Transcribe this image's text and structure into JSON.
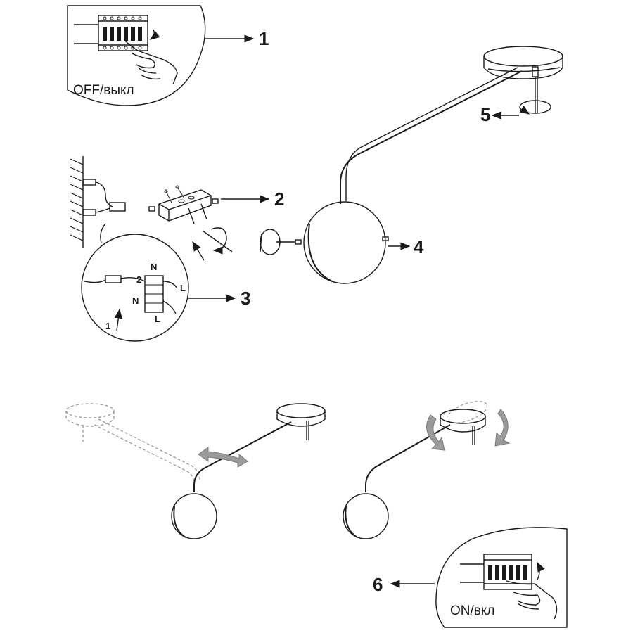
{
  "steps": {
    "s1": "1",
    "s2": "2",
    "s3": "3",
    "s4": "4",
    "s5": "5",
    "s6": "6"
  },
  "captions": {
    "off": "OFF/выкл",
    "on": "ON/вкл"
  },
  "wiring": {
    "n_top": "N",
    "l_top": "L",
    "n_bottom": "N",
    "l_bottom": "L",
    "sub1": "1",
    "sub2": "2"
  },
  "colors": {
    "line": "#1a1a1a",
    "ghost": "#9a9a9a"
  }
}
